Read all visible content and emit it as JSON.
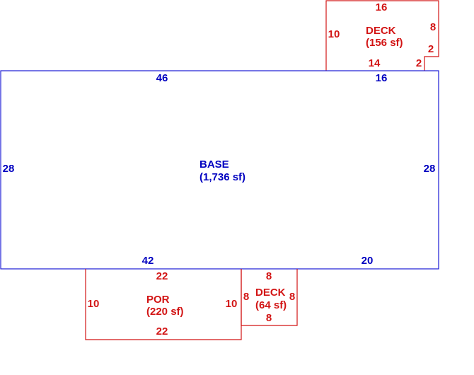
{
  "colors": {
    "base": "#0000c0",
    "addition": "#d21414"
  },
  "base": {
    "name": "BASE",
    "area": "(1,736 sf)",
    "dims": {
      "top": "46",
      "top_right": "16",
      "left": "28",
      "right": "28",
      "bottom_left": "42",
      "bottom_right": "20"
    }
  },
  "deck_top": {
    "name": "DECK",
    "area": "(156 sf)",
    "dims": {
      "top": "16",
      "left": "10",
      "right": "8",
      "step_vertical": "2",
      "step_horizontal": "2",
      "bottom": "14"
    }
  },
  "porch": {
    "name": "POR",
    "area": "(220 sf)",
    "dims": {
      "top": "22",
      "left": "10",
      "right": "10",
      "bottom": "22"
    }
  },
  "deck_bottom": {
    "name": "DECK",
    "area": "(64 sf)",
    "dims": {
      "top": "8",
      "left": "8",
      "right": "8",
      "bottom": "8"
    }
  }
}
